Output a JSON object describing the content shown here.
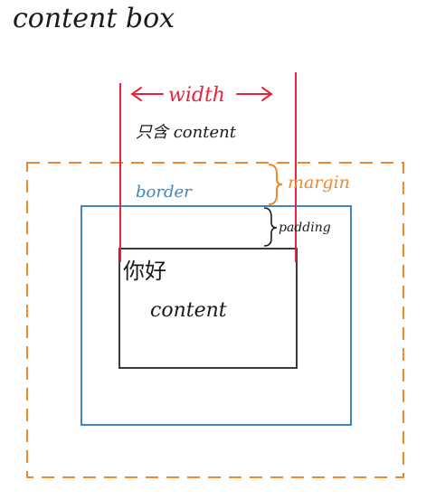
{
  "title": "content box",
  "width_label": "width",
  "width_note": "只含 content",
  "margin_label": "margin",
  "border_label": "border",
  "padding_label": "padding",
  "content_greeting": "你好",
  "content_label": "content",
  "colors": {
    "ink": "#1a1a1a",
    "width": "#e8233f",
    "margin": "#f0892c",
    "border": "#3c86c4",
    "content_border": "#3a3a3a"
  }
}
